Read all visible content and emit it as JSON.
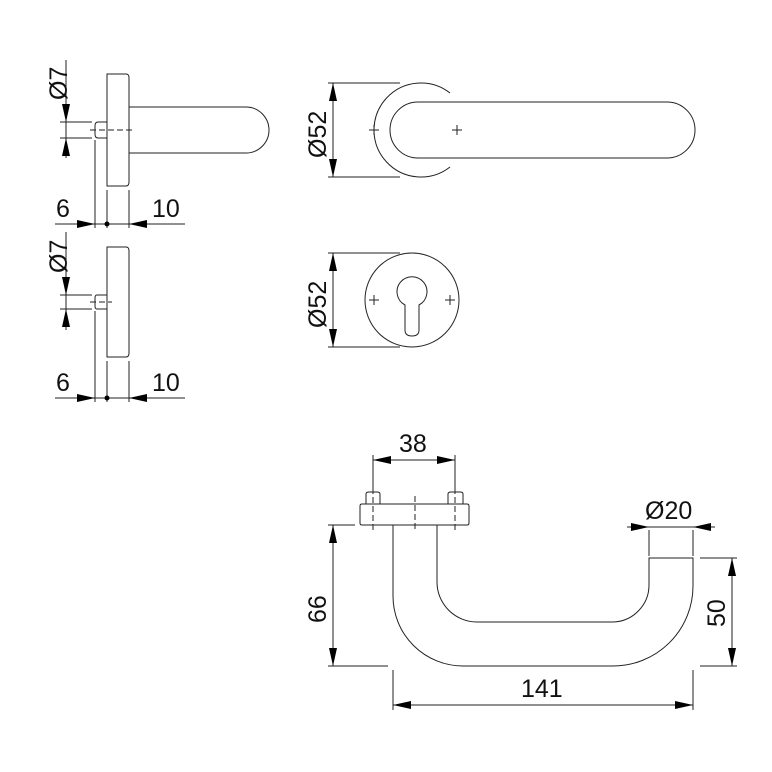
{
  "drawing": {
    "side_view_lever": {
      "spindle_diameter": "Ø7",
      "dim_left": "6",
      "dim_right": "10"
    },
    "side_view_escutcheon": {
      "spindle_diameter": "Ø7",
      "dim_left": "6",
      "dim_right": "10"
    },
    "front_view_lever": {
      "rose_diameter": "Ø52"
    },
    "front_view_escutcheon": {
      "rose_diameter": "Ø52"
    },
    "top_view_handle": {
      "fixing_distance": "38",
      "tube_diameter": "Ø20",
      "height_total": "66",
      "height_end": "50",
      "length": "141"
    }
  },
  "colors": {
    "line": "#222222",
    "background": "#ffffff"
  }
}
